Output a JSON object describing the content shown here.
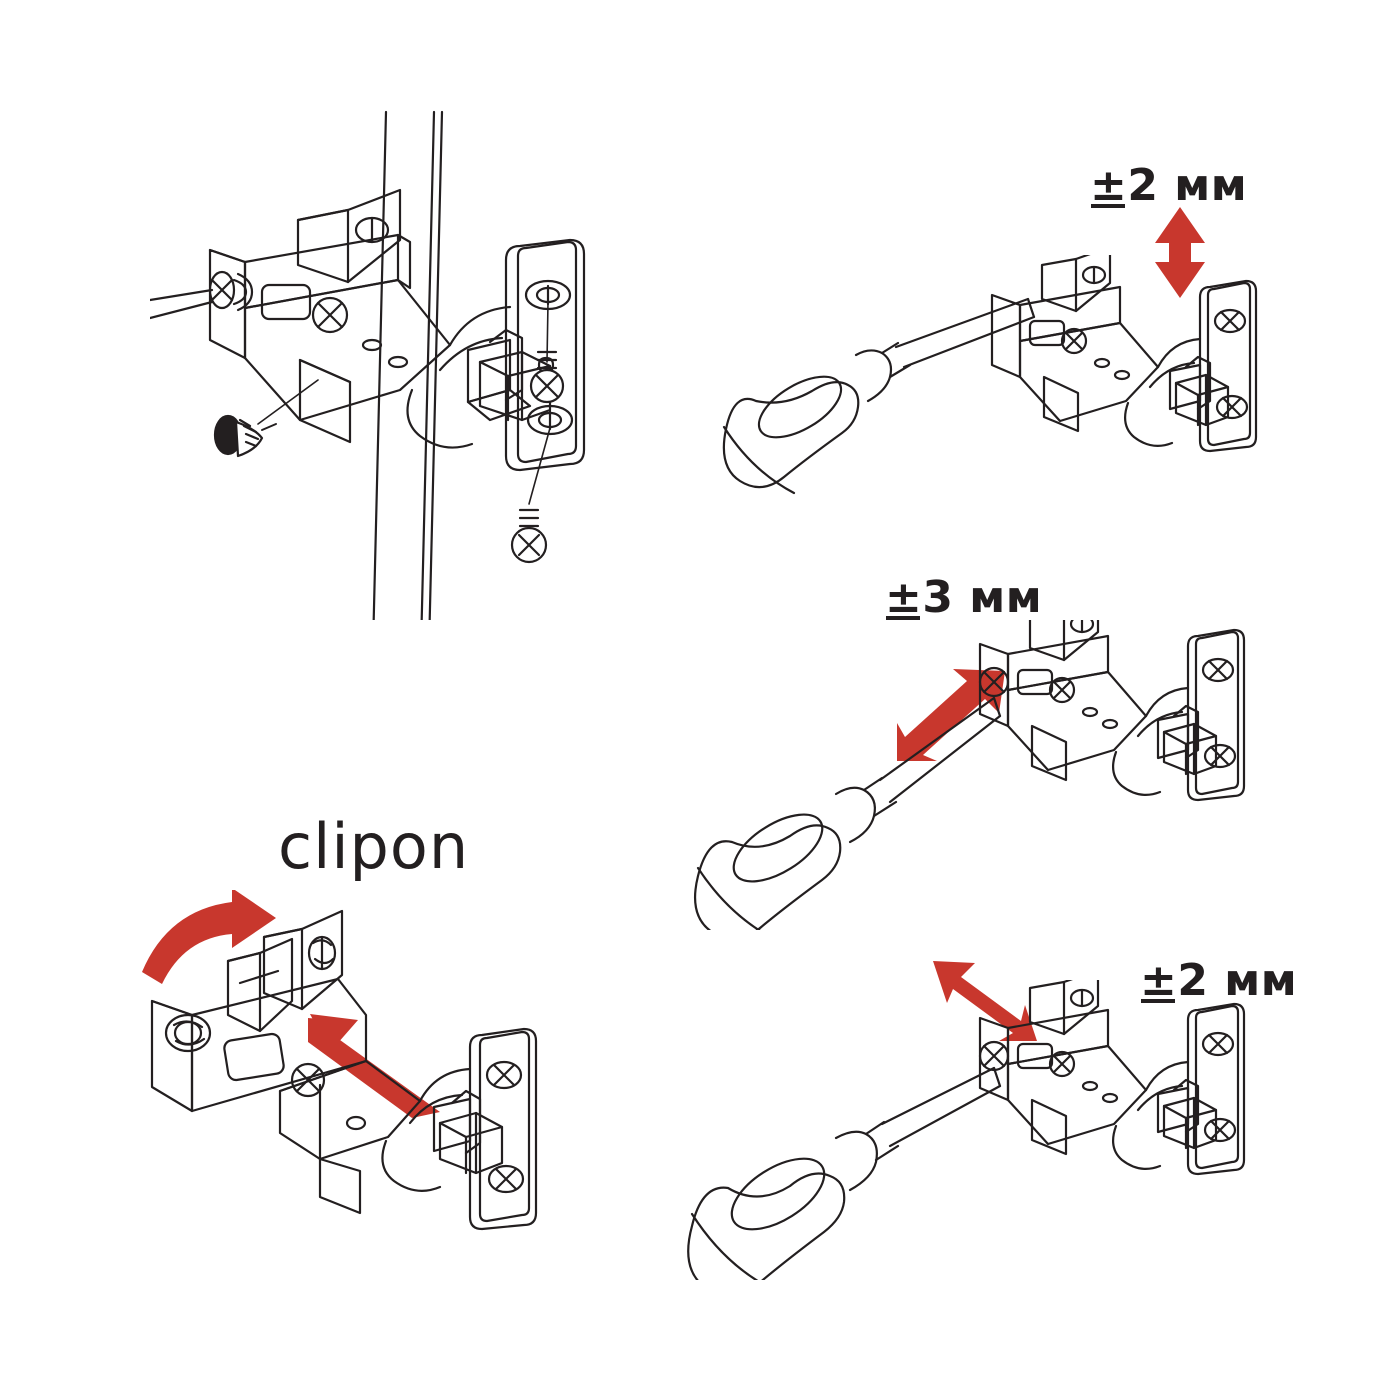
{
  "document": {
    "title": "Clip-on cabinet hinge installation and adjustment diagram",
    "background_color": "#ffffff",
    "line_color": "#231f20",
    "arrow_color": "#c8372d"
  },
  "brand": {
    "name": "clipon"
  },
  "panels": [
    {
      "id": "panel-installation",
      "name": "hinge-installation-diagram",
      "caption": "",
      "parts": [
        "hinge-cup-arm",
        "mounting-plate",
        "wood-screw",
        "machine-screw",
        "cabinet-panel"
      ]
    },
    {
      "id": "panel-height-adjust",
      "name": "height-adjustment-diagram",
      "dimension": "±2 мм",
      "dimension_prefix": "±",
      "dimension_value": "2",
      "dimension_unit": "мм",
      "arrow": "vertical-double-arrow"
    },
    {
      "id": "panel-depth-adjust",
      "name": "depth-adjustment-diagram",
      "dimension": "±3 мм",
      "dimension_prefix": "±",
      "dimension_value": "3",
      "dimension_unit": "мм",
      "arrow": "diagonal-double-arrow-up-right"
    },
    {
      "id": "panel-side-adjust",
      "name": "side-adjustment-diagram",
      "dimension": "±2 мм",
      "dimension_prefix": "±",
      "dimension_value": "2",
      "dimension_unit": "мм",
      "arrow": "diagonal-double-arrow-up-left"
    },
    {
      "id": "panel-clipon",
      "name": "clip-on-mounting-diagram",
      "label": "clipon",
      "arrows": [
        "curved-arrow-clockwise",
        "straight-arrow-up-left"
      ]
    }
  ],
  "labels": {
    "height_dim": "±2 мм",
    "height_dim_value": "2 мм",
    "depth_dim": "±3 мм",
    "depth_dim_value": "3 мм",
    "side_dim": "±2 мм",
    "side_dim_value": "2 мм",
    "brand": "clipon"
  }
}
